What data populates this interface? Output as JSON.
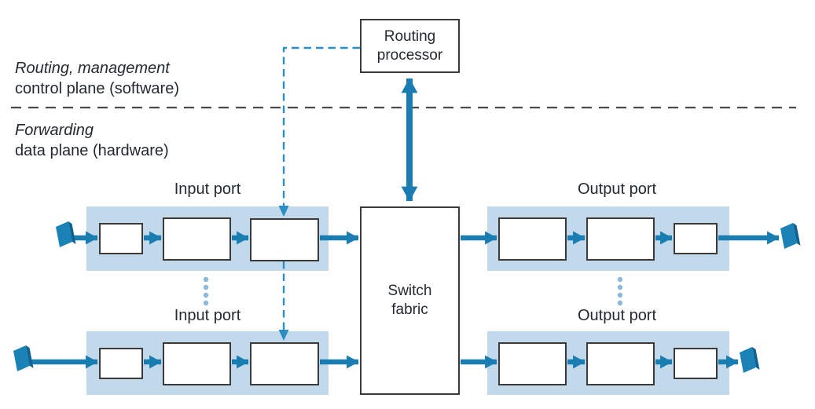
{
  "diagram": {
    "control_plane": {
      "title": "Routing, management",
      "subtitle": "control plane (software)"
    },
    "data_plane": {
      "title": "Forwarding",
      "subtitle": "data plane (hardware)"
    },
    "routing_processor": {
      "line1": "Routing",
      "line2": "processor"
    },
    "switch_fabric": {
      "line1": "Switch",
      "line2": "fabric"
    },
    "ports": {
      "input_top": "Input port",
      "input_bottom": "Input port",
      "output_top": "Output port",
      "output_bottom": "Output port"
    },
    "icons": {
      "physical_link": "physical-link-parallelogram-icon",
      "ellipsis": "vertical-ellipsis-dots"
    },
    "colors": {
      "arrow_blue": "#1a7db2",
      "panel_blue": "#c2d8eb",
      "dashed_blue": "#2b8ec2",
      "separator_gray": "#4a4a4a",
      "box_border": "#3a3a3a",
      "ellipsis_blue": "#8cb9da",
      "link_face_blue": "#1b82b6",
      "link_side_blue": "#0e6190",
      "text": "#232a31"
    }
  }
}
